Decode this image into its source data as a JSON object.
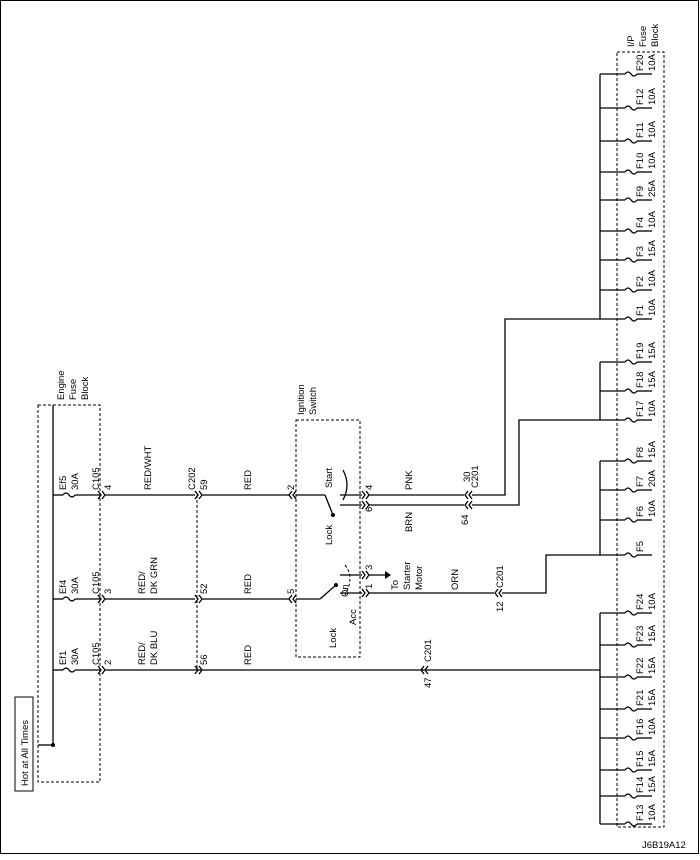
{
  "legend": {
    "hot_label": "Hot at All Times"
  },
  "diagram_code": "J6B19A12",
  "engine_fuse_block": {
    "title": [
      "Engine",
      "Fuse",
      "Block"
    ],
    "fuses": [
      {
        "name": "Ef5",
        "rating": "30A",
        "connector": "C105",
        "pin": "4",
        "wire": [
          "RED/WHT"
        ]
      },
      {
        "name": "Ef4",
        "rating": "30A",
        "connector": "C105",
        "pin": "3",
        "wire": [
          "RED/",
          "DK GRN"
        ]
      },
      {
        "name": "Ef1",
        "rating": "30A",
        "connector": "C105",
        "pin": "2",
        "wire": [
          "RED/",
          "DK BLU"
        ]
      }
    ]
  },
  "c202": {
    "name": "C202",
    "pins": [
      "59",
      "52",
      "56"
    ]
  },
  "ignition_switch": {
    "title": [
      "Ignition",
      "Switch"
    ],
    "positions": {
      "start": "Start",
      "lock1": "Lock",
      "on": "On",
      "acc": "Acc",
      "lock2": "Lock"
    },
    "pins": {
      "p2": "2",
      "p4": "4",
      "p6": "6",
      "p5": "5",
      "p3": "3",
      "p1": "1"
    }
  },
  "to_starter": [
    "To",
    "Starter",
    "Motor"
  ],
  "wire_red": "RED",
  "c201": {
    "name": "C201",
    "pins": {
      "pnk": "30",
      "brn": "64",
      "orn": "12",
      "red": "47"
    },
    "colors": {
      "pnk": "PNK",
      "brn": "BRN",
      "orn": "ORN"
    }
  },
  "ip_fuse_block": {
    "title": [
      "I/P",
      "Fuse",
      "Block"
    ],
    "fuses": [
      {
        "name": "F20",
        "rating": "10A"
      },
      {
        "name": "F12",
        "rating": "10A"
      },
      {
        "name": "F11",
        "rating": "10A"
      },
      {
        "name": "F10",
        "rating": "10A"
      },
      {
        "name": "F9",
        "rating": "25A"
      },
      {
        "name": "F4",
        "rating": "10A"
      },
      {
        "name": "F3",
        "rating": "15A"
      },
      {
        "name": "F2",
        "rating": "10A"
      },
      {
        "name": "F1",
        "rating": "10A"
      },
      {
        "name": "F19",
        "rating": "15A"
      },
      {
        "name": "F18",
        "rating": "15A"
      },
      {
        "name": "F17",
        "rating": "10A"
      },
      {
        "name": "F8",
        "rating": "15A"
      },
      {
        "name": "F7",
        "rating": "20A"
      },
      {
        "name": "F6",
        "rating": "10A"
      },
      {
        "name": "F5",
        "rating": ""
      },
      {
        "name": "F24",
        "rating": "10A"
      },
      {
        "name": "F23",
        "rating": "15A"
      },
      {
        "name": "F22",
        "rating": "15A"
      },
      {
        "name": "F21",
        "rating": "15A"
      },
      {
        "name": "F16",
        "rating": "10A"
      },
      {
        "name": "F15",
        "rating": "15A"
      },
      {
        "name": "F14",
        "rating": "15A"
      },
      {
        "name": "F13",
        "rating": "10A"
      }
    ]
  }
}
